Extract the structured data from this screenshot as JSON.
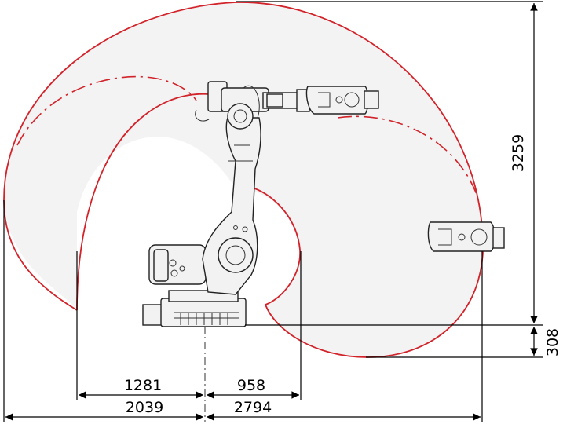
{
  "dimensions": {
    "reach_height": "3259",
    "base_height": "308",
    "inner_reach_rear": "1281",
    "inner_reach_front": "958",
    "outer_reach_rear": "2039",
    "outer_reach_front": "2794"
  },
  "colors": {
    "envelope_line": "#d2232a",
    "envelope_fill": "#f3f3f4",
    "robot_fill": "#f2f2f2",
    "dimension_line": "#000000"
  }
}
